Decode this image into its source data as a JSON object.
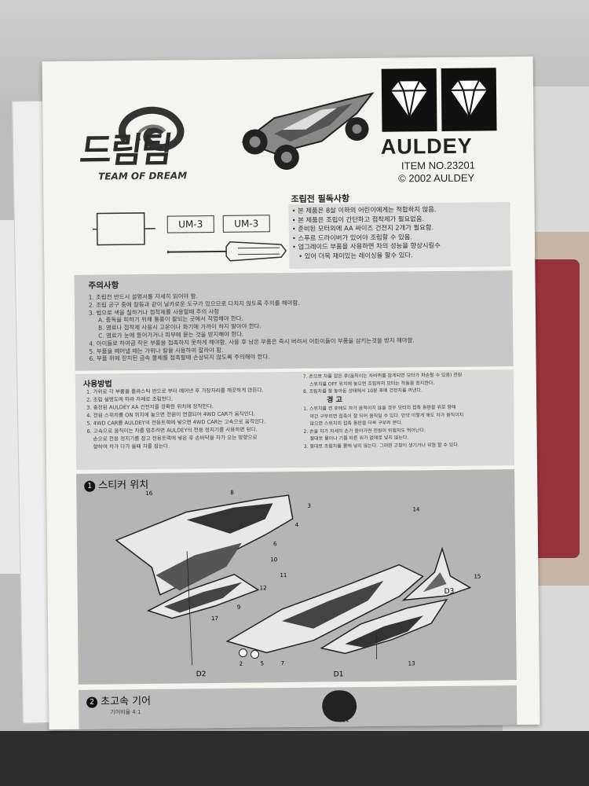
{
  "header": {
    "logo_title": "드림팀",
    "logo_subtitle": "TEAM OF DREAM",
    "brand": "AULDEY",
    "item_no": "ITEM NO.23201",
    "copyright": "© 2002 AULDEY"
  },
  "pre_assembly": {
    "title": "조립전 필독사항",
    "items": [
      "본 제품은 8살 이하의 어린이에게는 적합하지 않음.",
      "본 제품은 조립이 간단하고 접착제가 필요없음.",
      "준비된 모터외에 AA 싸이즈 건전지 2개가 필요함.",
      "스푸르 드라이버가 있어야 조립할 수 있음.",
      "업그레이드 부품을 사용하면 차의 성능을 향상시킬수",
      "있어 더욱 재미있는 레이싱을 할수 있다."
    ],
    "battery_labels": [
      "UM-3",
      "UM-3"
    ]
  },
  "caution": {
    "title": "주의사항",
    "lines": [
      "1. 조립전 반드시 설명서를 자세히 읽어야 함.",
      "2. 조립 공구 중에 칼등과 같이 날카로운 도구가 있으므로 다치지 않도록 주의를 해야함.",
      "3. 법으로 색을 칠하거나 접착제를 사용할때 주의 사항",
      "A. 중독을 피하기 위해 통풍이 잘되는 곳에서 작업해야 한다.",
      "B. 염료나 접착제 사용시 고온이나 화기에 가까이 하지 말아야 한다.",
      "C. 염료가 눈에 들어가거나 피부에 묻는 것을 방지해야 한다.",
      "4. 아이들로 하여금 작은 부품을 접촉하지 못하게 해야함. 사용 후 남은 부품은 즉시 버려서 어린이들이 부품을 삼키는것을 방지 해야함.",
      "5. 부품을 떼어낼 때는 가위나 칼을 사용하여 잘라야 함.",
      "6. 부품 위에 장치된 금속 물체를 접촉할때 손상되지 않도록 주의해야 한다."
    ]
  },
  "usage": {
    "title": "사용방법",
    "left_lines": [
      "1. 가위로 각 부품을 플라스틱 판으로 부터 떼어낸 후 가장자리를 깨끗하게 만든다.",
      "2. 조립 설명도에 따라 차례로 조립한다.",
      "3. 충전된 AULDEY AA 건전지를 정확한 위치에 장착한다.",
      "4. 전원 스위치를 ON 위치에 놓으면 전원이 연결되어 4WD CAR가 움직인다.",
      "5. 4WD CAR를 AULDEY의 전용트랙에 넣으면 4WD CAR는 고속으로 움직인다.",
      "6. 고속으로 움직이는 차를 멈추려면 AULDEY의 전용 정지기를 사용하면 된다.",
      "손으로 전용 정지기를 잡고 전용트랙에 넣은 후 손바닥을 차가 오는 방향으로",
      "향하여 차가 다가 올때 차를 잡는다."
    ],
    "right_lines": [
      "7. 손으로 차를 잡은 후(움직이는 차바퀴를 잡게되면 모터가 파손될 수 있음) 전원",
      "스위치를 OFF 위치에 놓으면 조립차의 모터는 작동을 정지한다.",
      "8. 조립차를 잘 놓아둔 상태에서 10분 후에 건전지를 꺼낸다."
    ],
    "warning_title": "경 고",
    "warning_lines": [
      "1. 스위치를 켠 후에도 차가 움직이지 않을 경우 모터의 접촉 동판을 위로 향해",
      "약간 구부리면 접촉이 잘 되어 움직일 수 있다. 만약 이렇게 해도 차가 움직이지",
      "않으면 스위치의 접촉 동판을 더욱 구부려 본다.",
      "2. 손을 차가 자세히 손가 돌아가면 전원이 위험지도 뛰어난다.",
      "절대로 물이나 기름 따른 위가 없에로 넣지 않는다.",
      "3. 절대로 조립차를 물에 넣지 않는다. 그러면 고장이 생기거나 위험 할 수 있다."
    ]
  },
  "step1": {
    "number": "1",
    "title": "스티커 위치",
    "part_numbers": [
      "16",
      "8",
      "3",
      "4",
      "6",
      "10",
      "11",
      "12",
      "17",
      "9",
      "14",
      "15",
      "2",
      "5",
      "7",
      "13"
    ],
    "labels": [
      "D3",
      "D2",
      "D1"
    ]
  },
  "step2": {
    "number": "2",
    "title": "초고속 기어",
    "subtitle": "기어비율 4:1",
    "gear_label": "G11"
  }
}
